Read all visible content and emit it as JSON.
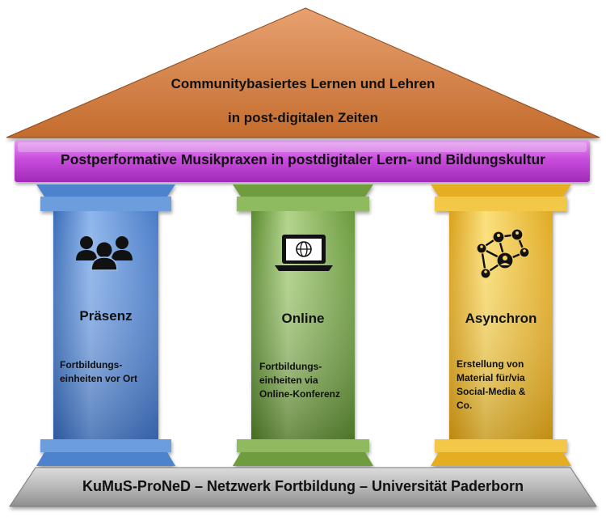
{
  "roof": {
    "line1": "Communitybasiertes Lernen und Lehren",
    "line2": "in post-digitalen Zeiten",
    "color": "#c8763a"
  },
  "band": {
    "text": "Postperformative Musikpraxen in postdigitaler Lern- und Bildungskultur",
    "color": "#c23fd6"
  },
  "pillars": [
    {
      "title": "Präsenz",
      "icon": "group-people-icon",
      "description": [
        "Fortbildungs-",
        "einheiten vor Ort"
      ],
      "color": "#5b8fd6"
    },
    {
      "title": "Online",
      "icon": "laptop-globe-icon",
      "description": [
        "Fortbildungs-",
        "einheiten via",
        "Online-Konferenz"
      ],
      "color": "#7eae4e"
    },
    {
      "title": "Asynchron",
      "icon": "network-people-icon",
      "description": [
        "Erstellung von",
        "Material für/via",
        "Social-Media &",
        "Co."
      ],
      "color": "#f0c232"
    }
  ],
  "base": {
    "text": "KuMuS-ProNeD – Netzwerk Fortbildung – Universität Paderborn",
    "color": "#b4b4b4"
  }
}
